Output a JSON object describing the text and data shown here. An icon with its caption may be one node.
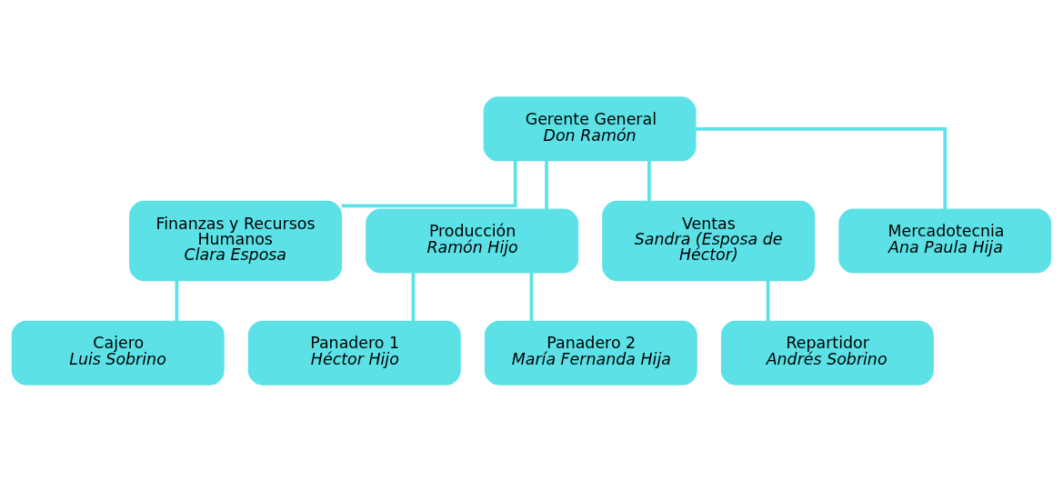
{
  "diagram": {
    "nodes": [
      {
        "text": [
          "Gerente General",
          "Don Ramón"
        ]
      },
      {
        "text": [
          "Finanzas y Recursos Humanos",
          "Clara Esposa"
        ]
      },
      {
        "text": [
          "Producción",
          "Ramón Hijo"
        ]
      },
      {
        "text": [
          "Ventas",
          "Sandra (Esposa de Héctor)"
        ]
      },
      {
        "text": [
          "Mercadotecnia",
          "Ana Paula Hija"
        ]
      },
      {
        "text": [
          "Cajero",
          "Luis Sobrino"
        ]
      },
      {
        "text": [
          "Panadero 1",
          "Héctor Hijo"
        ]
      },
      {
        "text": [
          "Panadero 2",
          "María Fernanda Hija"
        ]
      },
      {
        "text": [
          "Repartidor",
          "Andrés Sobrino"
        ]
      }
    ],
    "edges": [
      {
        "from": 0,
        "to": 1,
        "arrow": "none"
      },
      {
        "from": 0,
        "to": 2,
        "arrow": "none"
      },
      {
        "from": 0,
        "to": 3,
        "arrow": "none"
      },
      {
        "from": 0,
        "to": 4,
        "arrow": "none"
      },
      {
        "from": 1,
        "to": 5,
        "arrow": "none"
      },
      {
        "from": 2,
        "to": 6,
        "arrow": "none"
      },
      {
        "from": 2,
        "to": 7,
        "arrow": "none"
      },
      {
        "from": 3,
        "to": 8,
        "arrow": "none"
      }
    ]
  }
}
